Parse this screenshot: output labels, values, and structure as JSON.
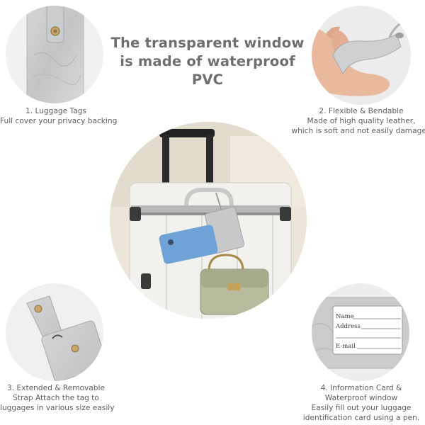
{
  "headline": {
    "line1": "The transparent window",
    "line2": "is made of waterproof PVC"
  },
  "features": [
    {
      "lines": [
        "1. Luggage Tags",
        "Full cover your privacy backing"
      ]
    },
    {
      "lines": [
        "2. Flexible & Bendable",
        "Made of high quality leather,",
        "which is soft and not easily damaged"
      ]
    },
    {
      "lines": [
        "3. Extended & Removable",
        "Strap Attach the tag to",
        "luggages in various size easily"
      ]
    },
    {
      "lines": [
        "4. Information Card &",
        "Waterproof window",
        "Easily fill out your luggage",
        "identification card using a pen."
      ]
    }
  ],
  "info_card": {
    "name_label": "Name",
    "address_label": "Address",
    "email_label": "E-mail"
  },
  "colors": {
    "headline_text": "#6f6f6f",
    "caption_text": "#5e5e5e",
    "tag_marble": "#c9cacb",
    "phone_blue": "#6fa3d8",
    "bag_olive": "#b9bc9c",
    "suitcase_white": "#f2f1ee"
  }
}
